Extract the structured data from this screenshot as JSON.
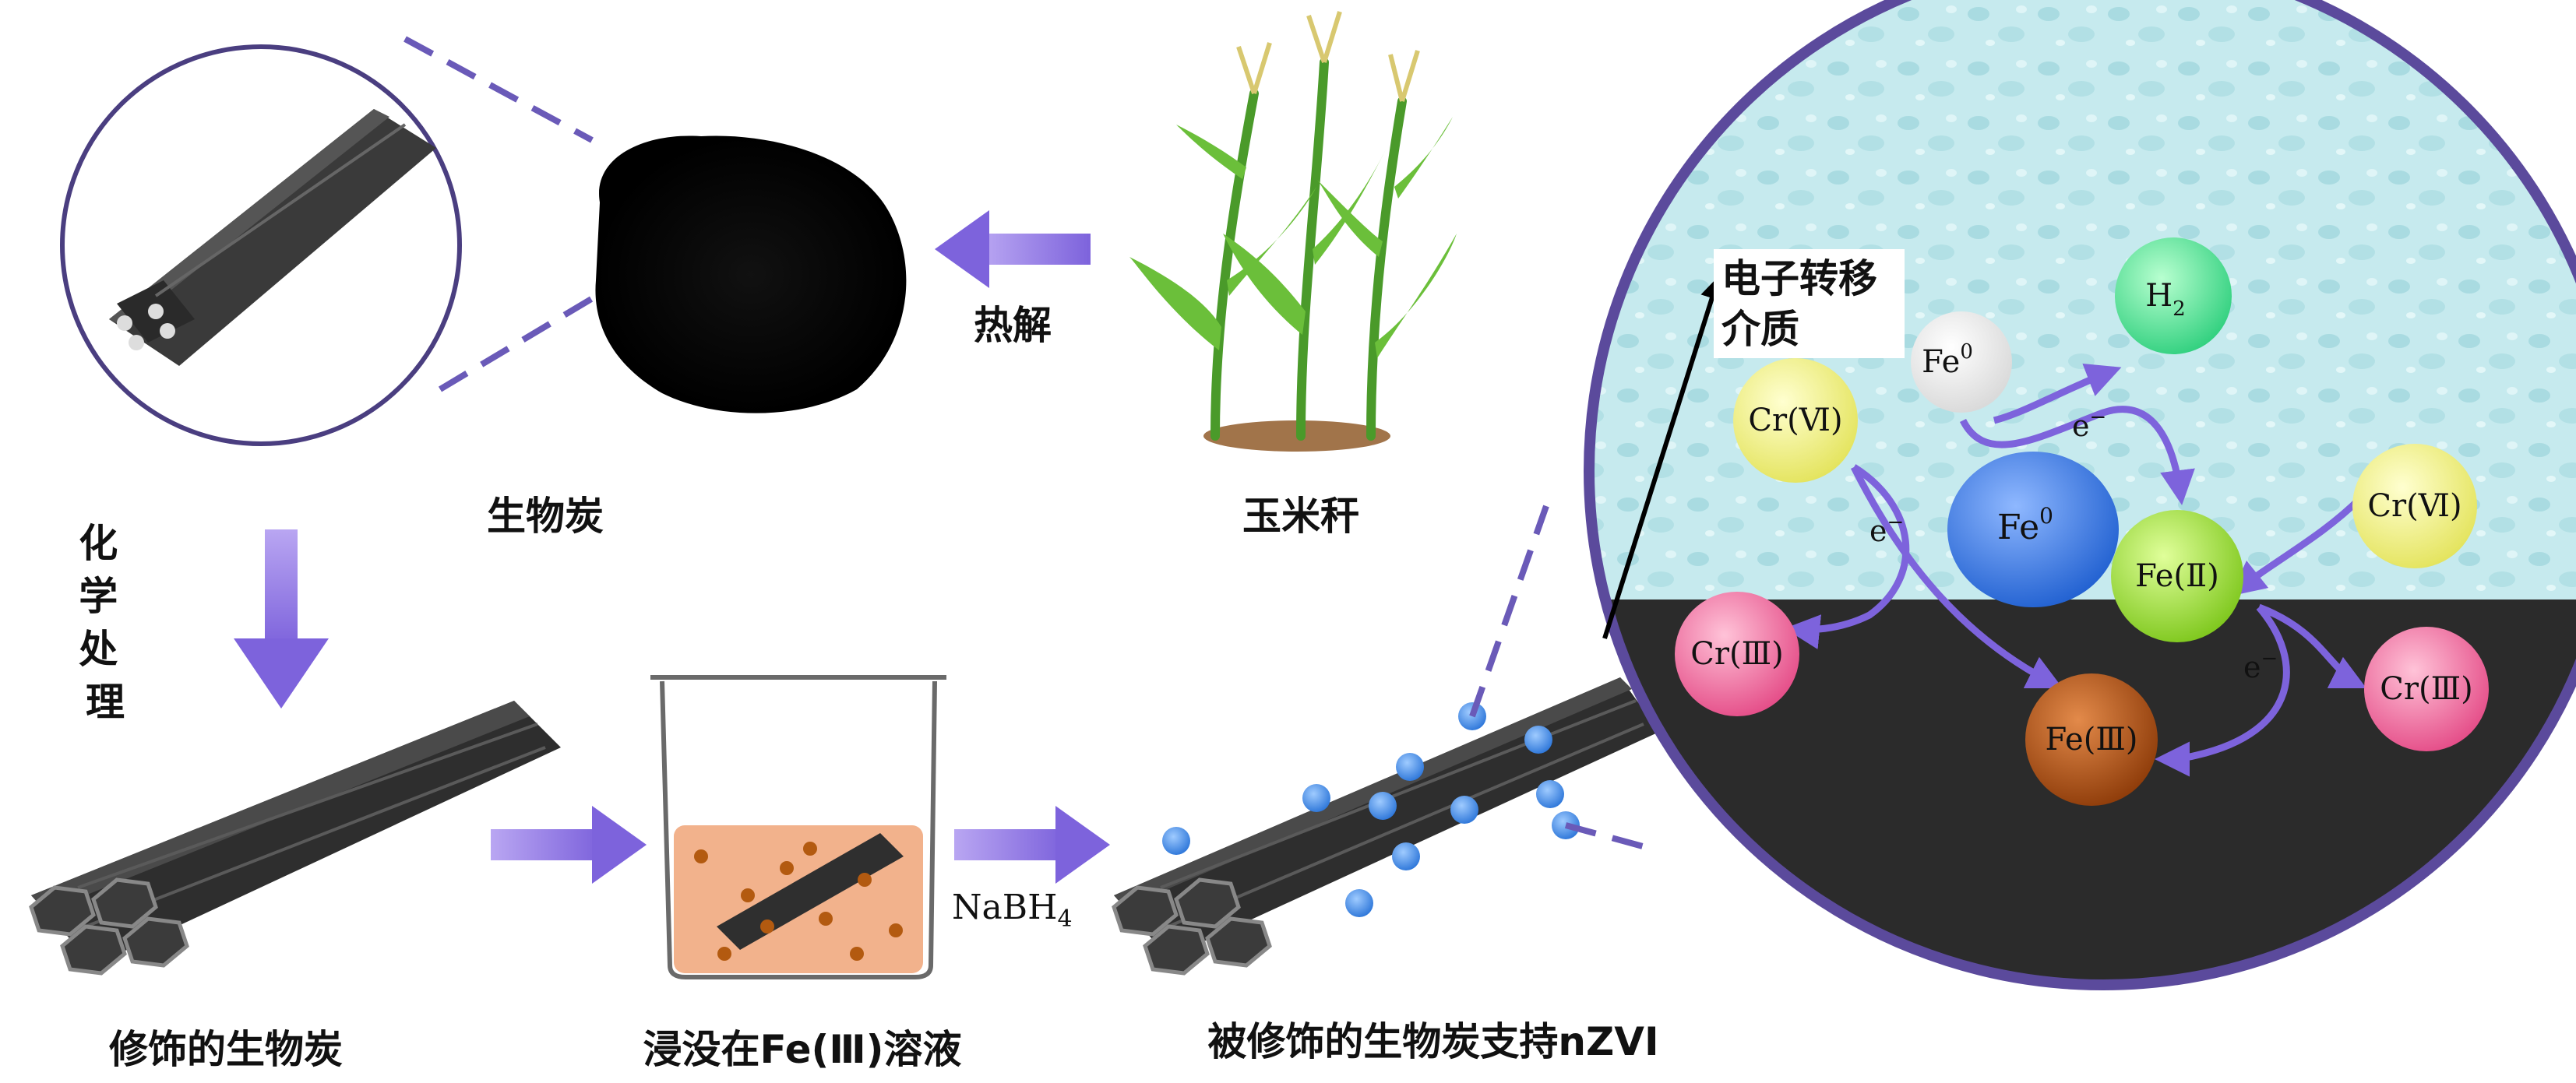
{
  "labels": {
    "biochar": "生物炭",
    "pyrolysis": "热解",
    "corn_stalk": "玉米秆",
    "chemical_treatment": "化学处理",
    "modified_biochar": "修饰的生物炭",
    "immersed": "浸没在Fe(Ⅲ)溶液",
    "nabh4": "NaBH",
    "nabh4_sub": "4",
    "supported": "被修饰的生物炭支持nZVI",
    "mediator_line1": "电子转移",
    "mediator_line2": "介质"
  },
  "species": {
    "fe0_small": "Fe",
    "fe0_small_sup": "0",
    "h2": "H",
    "h2_sub": "2",
    "cr6_left": "Cr(Ⅵ)",
    "fe0_big": "Fe",
    "fe0_big_sup": "0",
    "fe2": "Fe(Ⅱ)",
    "cr6_right": "Cr(Ⅵ)",
    "cr3_left": "Cr(Ⅲ)",
    "fe3": "Fe(Ⅲ)",
    "cr3_right": "Cr(Ⅲ)",
    "electron1": "e",
    "electron2": "e",
    "electron3": "e",
    "electron_sup": "−"
  },
  "colors": {
    "arrow": "#8a6fe0",
    "circle_border": "#5b4a9c",
    "water": "#bfe8ec",
    "biochar": "#2b2b2b",
    "solution": "#f0b08a"
  }
}
